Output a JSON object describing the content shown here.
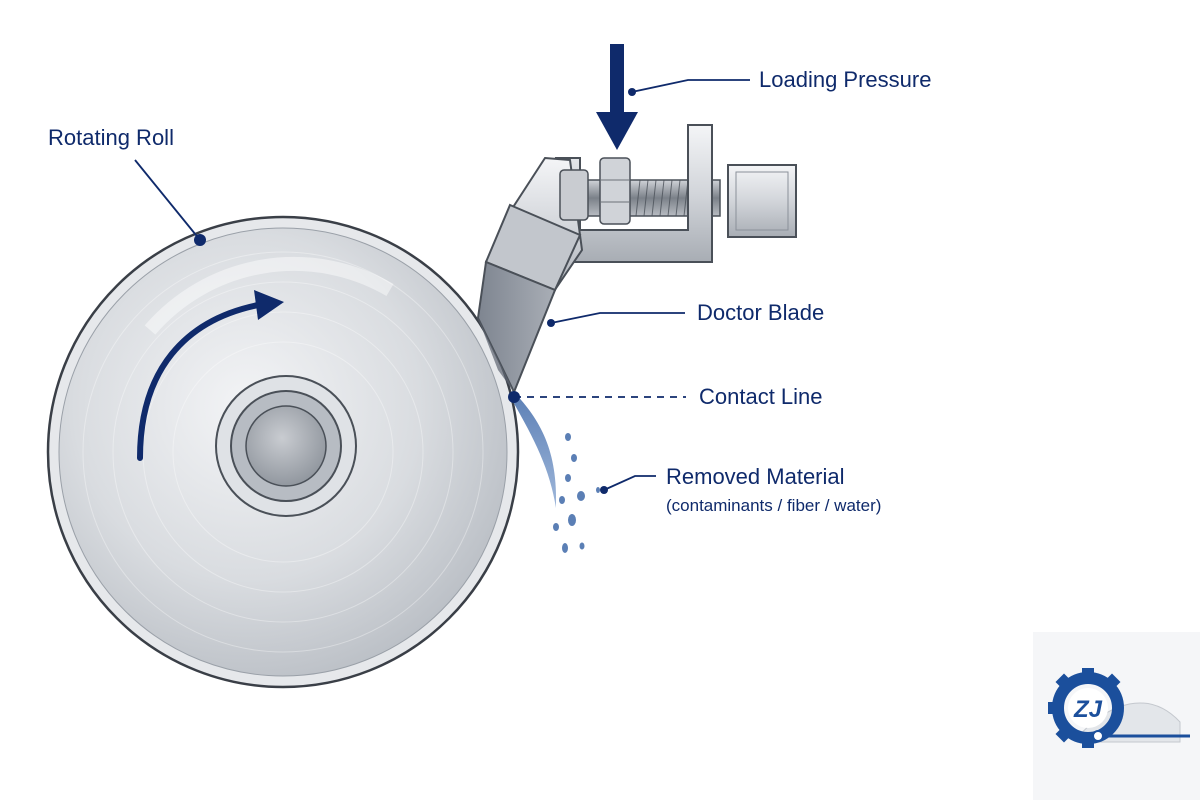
{
  "labels": {
    "rotating_roll": "Rotating Roll",
    "loading_pressure": "Loading Pressure",
    "doctor_blade": "Doctor Blade",
    "contact_line": "Contact Line",
    "removed_material": "Removed Material",
    "removed_material_detail": "(contaminants / fiber / water)"
  },
  "logo": {
    "text": "ZJ",
    "icon": "gear-logo-icon"
  },
  "colors": {
    "label_text": "#0f2a6b",
    "leader_line": "#0f2a6b",
    "arrow": "#0f2a6b",
    "roll_edge": "#3a3f47",
    "metal_light": "#f1f2f4",
    "metal_mid": "#c7cbd1",
    "metal_dark": "#8a9099",
    "liquid": "#4a6fa5",
    "logo_blue": "#1b4f9c"
  }
}
